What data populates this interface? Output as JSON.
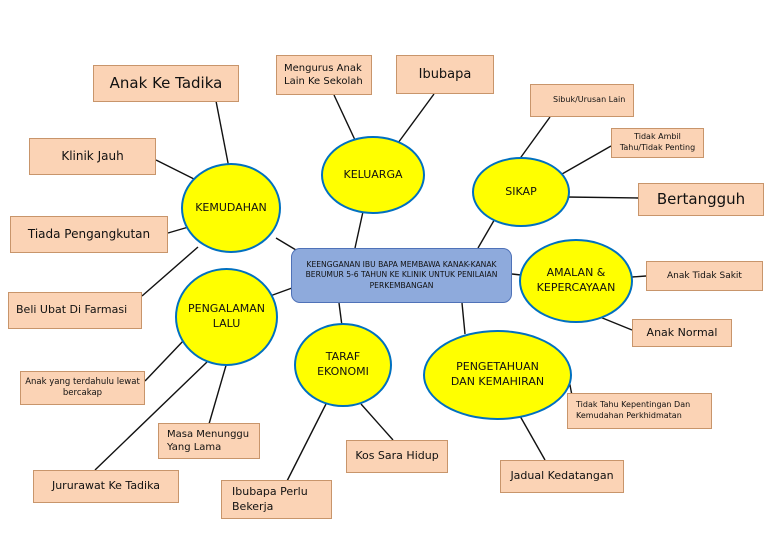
{
  "center": "KEENGGANAN IBU BAPA MEMBAWA KANAK-KANAK BERUMUR 5-6 TAHUN KE KLINIK UNTUK PENILAIAN PERKEMBANGAN",
  "themes": {
    "kemudahan": "KEMUDAHAN",
    "keluarga": "KELUARGA",
    "sikap": "SIKAP",
    "amalan": "AMALAN & KEPERCAYAAN",
    "pengalaman": "PENGALAMAN LALU",
    "taraf": "TARAF EKONOMI",
    "pengetahuan": "PENGETAHUAN DAN KEMAHIRAN"
  },
  "leaves": {
    "anak_ke_tadika": "Anak Ke Tadika",
    "klinik_jauh": "Klinik Jauh",
    "tiada_pengangkutan": "Tiada Pengangkutan",
    "beli_ubat": "Beli Ubat Di Farmasi",
    "mengurus_anak": "Mengurus Anak Lain Ke Sekolah",
    "ibubapa": "Ibubapa",
    "sibuk": "Sibuk/Urusan Lain",
    "tidak_ambil": "Tidak Ambil Tahu/Tidak Penting",
    "bertangguh": "Bertangguh",
    "anak_tidak_sakit": "Anak Tidak Sakit",
    "anak_normal": "Anak Normal",
    "anak_terdahulu": "Anak yang terdahulu lewat bercakap",
    "masa_menunggu": "Masa Menunggu Yang Lama",
    "jururawat": "Jururawat Ke Tadika",
    "ibubapa_bekerja": "Ibubapa Perlu Bekerja",
    "kos_sara_hidup": "Kos Sara Hidup",
    "jadual_kedatangan": "Jadual Kedatangan",
    "tidak_tahu_kepentingan": "Tidak Tahu Kepentingan Dan Kemudahan Perkhidmatan"
  }
}
